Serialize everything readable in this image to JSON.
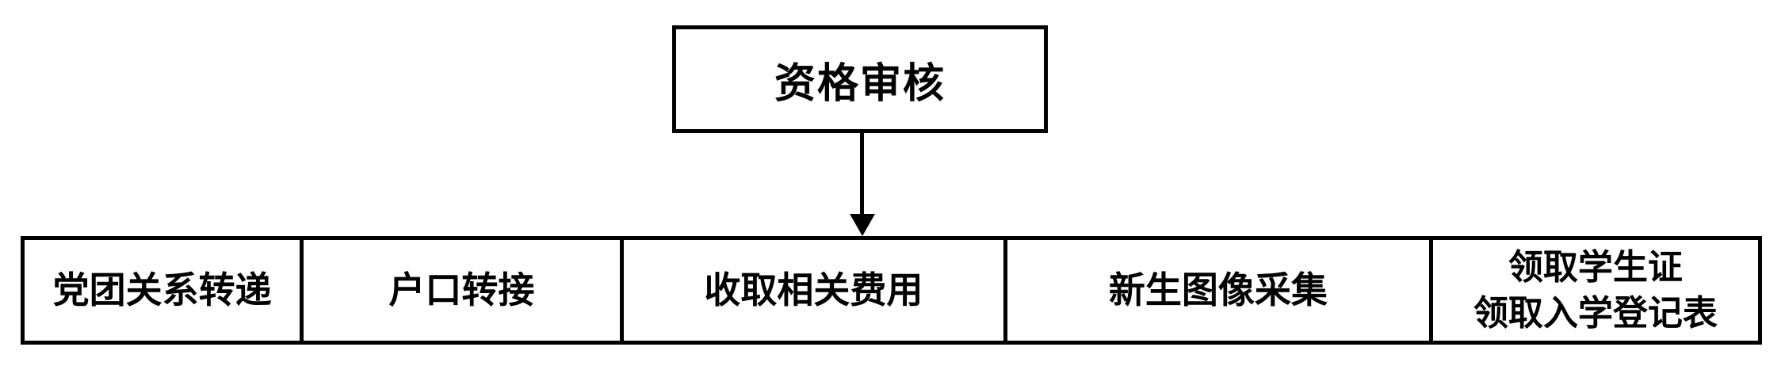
{
  "diagram": {
    "title_box": {
      "label": "资格审核"
    },
    "connector": {
      "type": "down-arrow"
    },
    "process_row": {
      "cells": [
        {
          "label": "党团关系转递"
        },
        {
          "label": "户口转接"
        },
        {
          "label": "收取相关费用"
        },
        {
          "label": "新生图像采集"
        },
        {
          "label_line1": "领取学生证",
          "label_line2": "领取入学登记表"
        }
      ]
    },
    "colors": {
      "line": "#000000",
      "text": "#000000",
      "background": "#ffffff"
    }
  }
}
